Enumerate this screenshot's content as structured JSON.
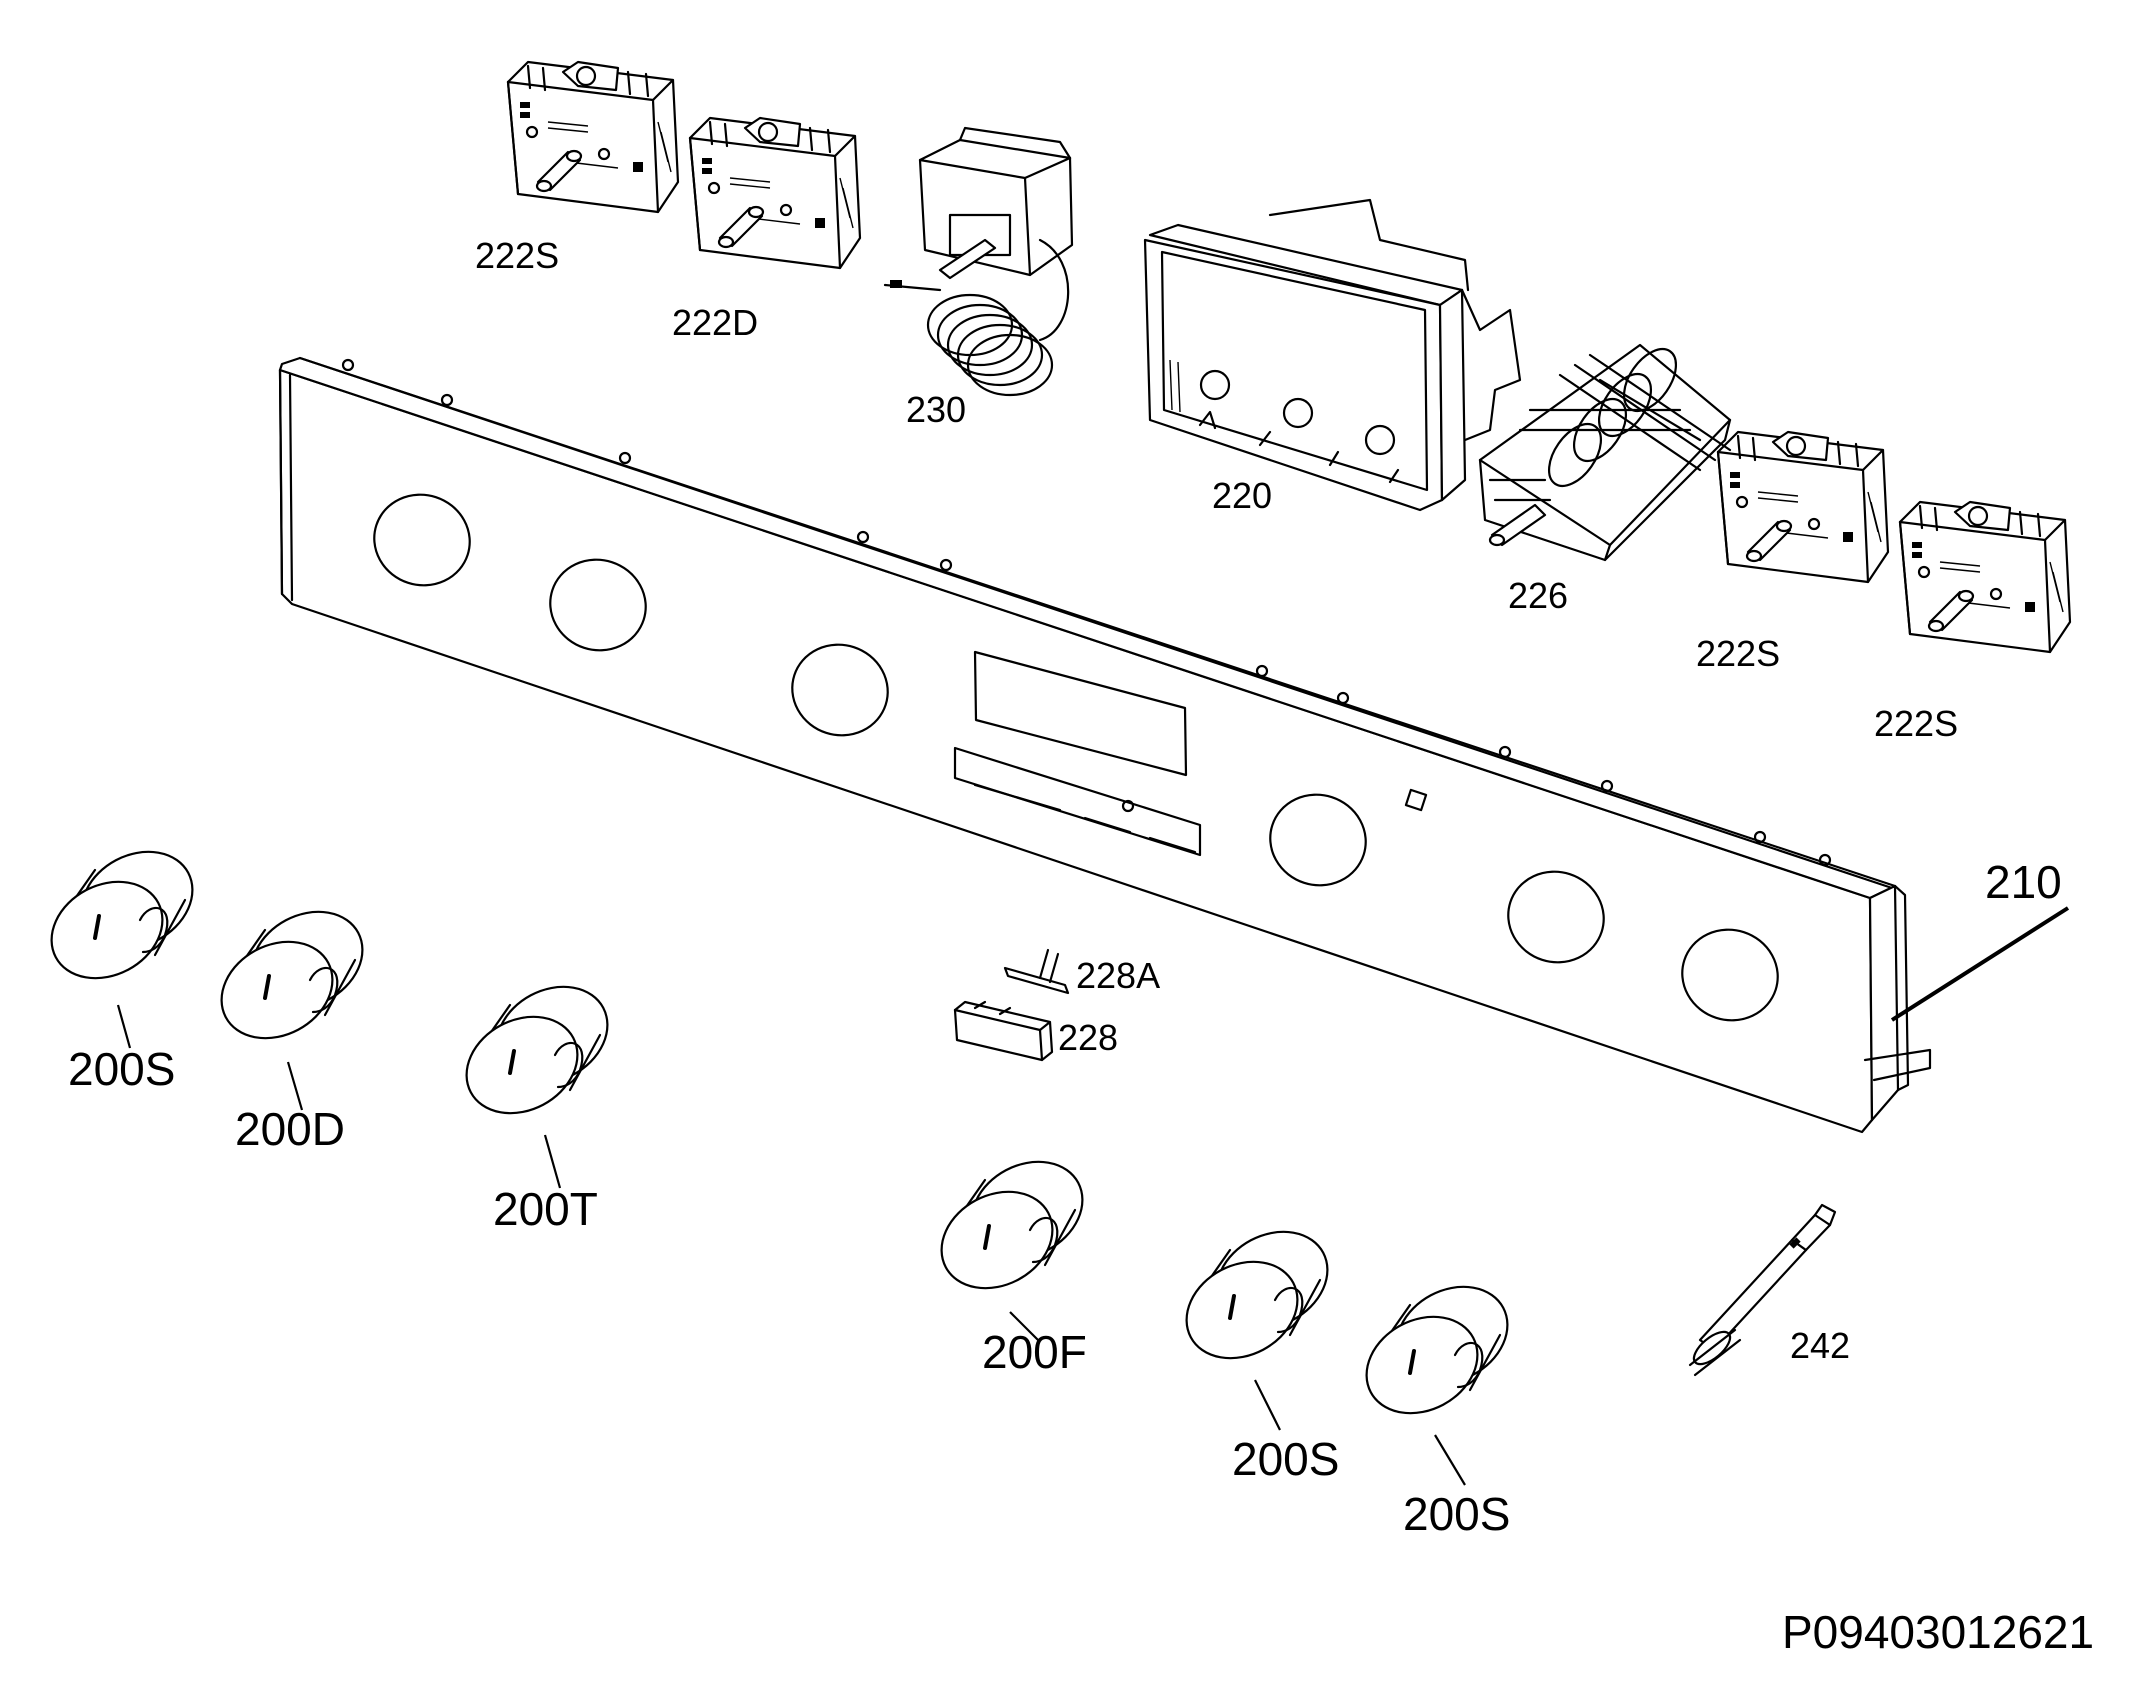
{
  "labels": {
    "panel": "210",
    "switch_top_left": "222S",
    "switch_top_second": "222D",
    "thermostat": "230",
    "display_housing": "220",
    "selector_switch": "226",
    "switch_right_a": "222S",
    "switch_right_b": "222S",
    "button_stem": "228A",
    "button": "228",
    "probe": "242",
    "knob_1": "200S",
    "knob_2": "200D",
    "knob_3": "200T",
    "knob_4": "200F",
    "knob_5": "200S",
    "knob_6": "200S"
  },
  "drawing_id": "P09403012621"
}
